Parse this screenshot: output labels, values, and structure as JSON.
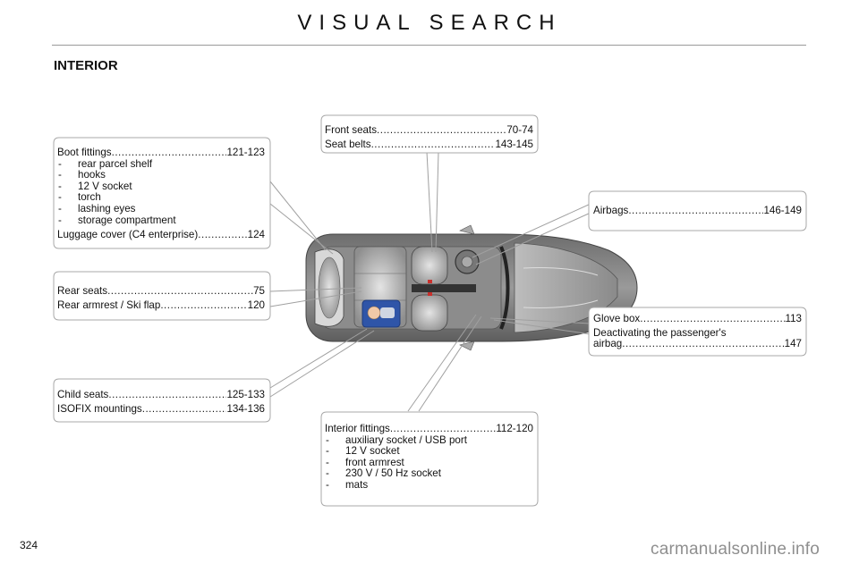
{
  "header": {
    "title": "VISUAL SEARCH"
  },
  "section": {
    "title": "INTERIOR"
  },
  "callouts": {
    "boot": {
      "main": {
        "label": "Boot fittings",
        "page": "121-123"
      },
      "items": [
        "rear parcel shelf",
        "hooks",
        "12 V socket",
        "torch",
        "lashing eyes",
        "storage compartment"
      ],
      "extra": {
        "label": "Luggage cover (C4 enterprise)",
        "page": "124"
      }
    },
    "front_seats": {
      "rows": [
        {
          "label": "Front seats",
          "page": "70-74"
        },
        {
          "label": "Seat belts",
          "page": "143-145"
        }
      ]
    },
    "airbags": {
      "rows": [
        {
          "label": "Airbags ",
          "page": "146-149"
        }
      ]
    },
    "rear_seats": {
      "rows": [
        {
          "label": "Rear seats ",
          "page": "75"
        },
        {
          "label": "Rear armrest / Ski flap",
          "page": "120"
        }
      ]
    },
    "glove_box": {
      "rows": [
        {
          "label": "Glove box ",
          "page": "113"
        }
      ],
      "deactivate_line1": "Deactivating the passenger's",
      "deactivate_line2": {
        "label": "airbag",
        "page": "147"
      }
    },
    "child_seats": {
      "rows": [
        {
          "label": "Child seats",
          "page": "125-133"
        },
        {
          "label": "ISOFIX mountings ",
          "page": "134-136"
        }
      ]
    },
    "interior_fittings": {
      "main": {
        "label": "Interior fittings",
        "page": "112-120"
      },
      "items": [
        "auxiliary socket / USB port",
        "12 V socket",
        "front armrest",
        "230 V / 50 Hz socket",
        "mats"
      ]
    }
  },
  "colors": {
    "box_border": "#a8a8a8",
    "leader": "#a0a0a0",
    "child_seat": "#2f55a8"
  },
  "footer": {
    "page_number": "324",
    "watermark": "carmanualsonline.info"
  }
}
